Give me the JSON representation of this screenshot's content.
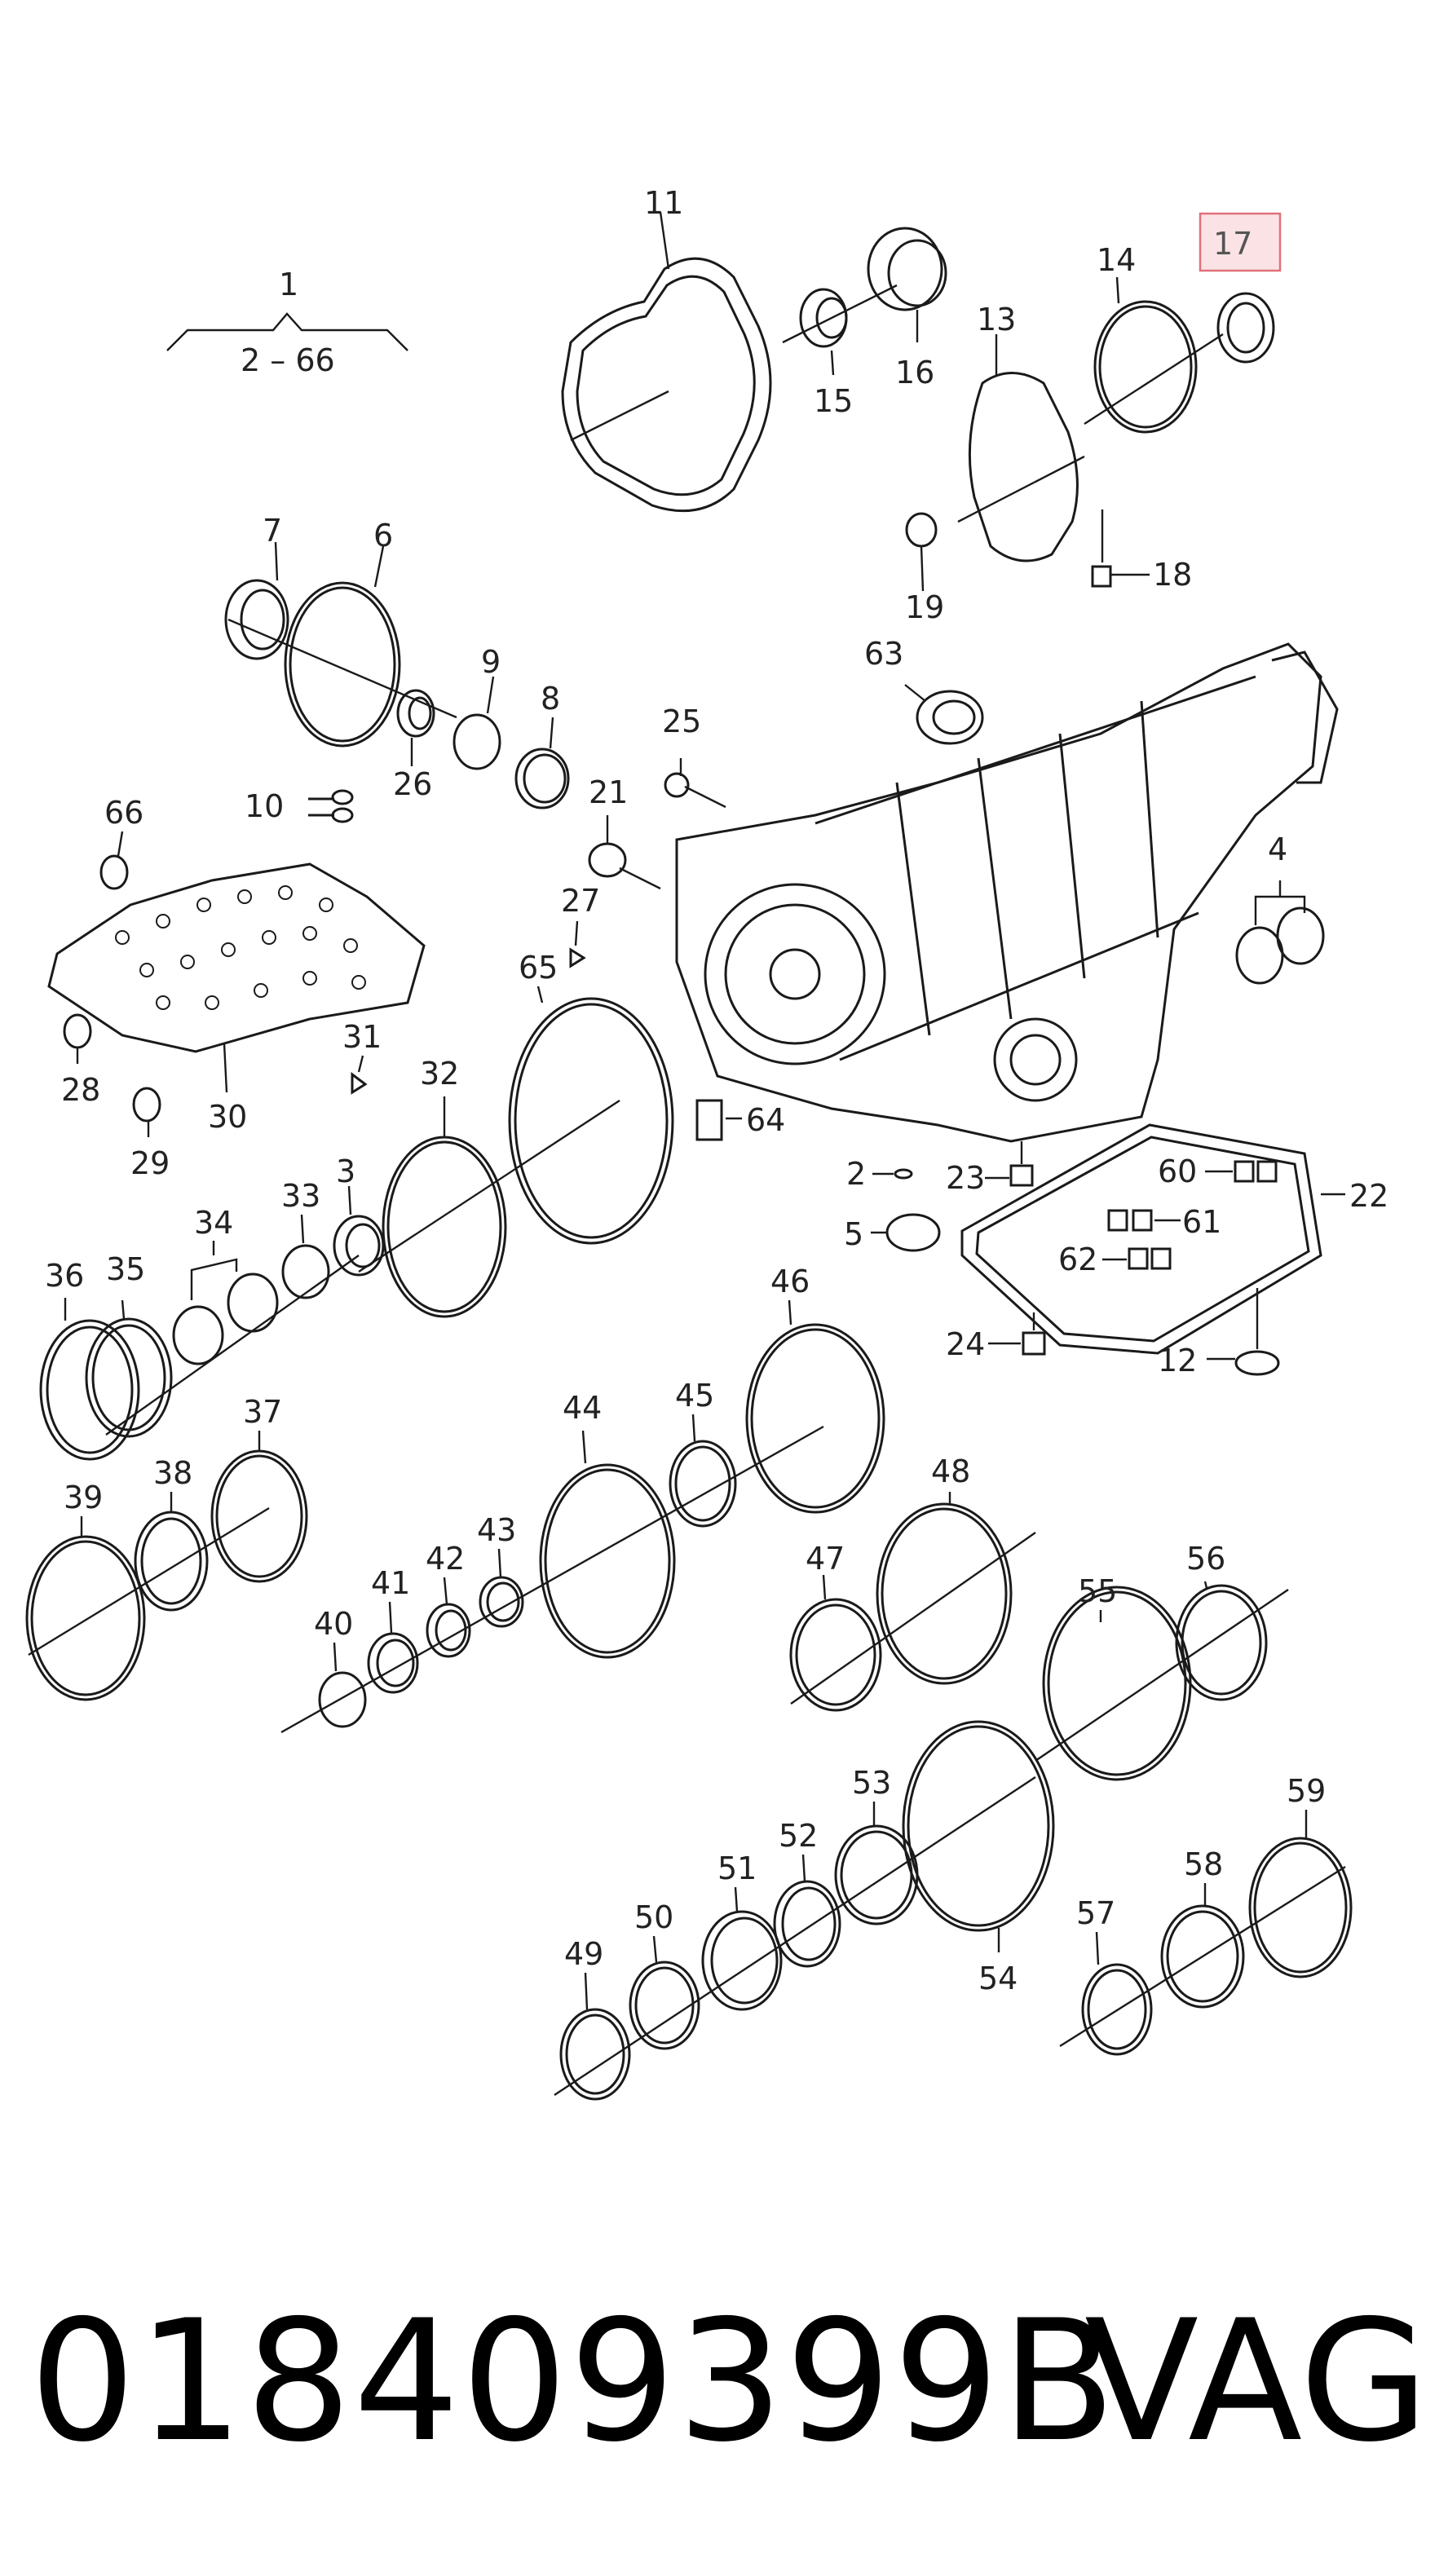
{
  "diagram": {
    "labels": {
      "1": "1",
      "range": "2 – 66",
      "2": "2",
      "3": "3",
      "4": "4",
      "5": "5",
      "6": "6",
      "7": "7",
      "8": "8",
      "9": "9",
      "10": "10",
      "11": "11",
      "12": "12",
      "13": "13",
      "14": "14",
      "15": "15",
      "16": "16",
      "17": "17",
      "18": "18",
      "19": "19",
      "21": "21",
      "22": "22",
      "23": "23",
      "24": "24",
      "25": "25",
      "26": "26",
      "27": "27",
      "28": "28",
      "29": "29",
      "30": "30",
      "31": "31",
      "32": "32",
      "33": "33",
      "34": "34",
      "35": "35",
      "36": "36",
      "37": "37",
      "38": "38",
      "39": "39",
      "40": "40",
      "41": "41",
      "42": "42",
      "43": "43",
      "44": "44",
      "45": "45",
      "46": "46",
      "47": "47",
      "48": "48",
      "49": "49",
      "50": "50",
      "51": "51",
      "52": "52",
      "53": "53",
      "54": "54",
      "55": "55",
      "56": "56",
      "57": "57",
      "58": "58",
      "59": "59",
      "60": "60",
      "61": "61",
      "62": "62",
      "63": "63",
      "64": "64",
      "65": "65",
      "66": "66"
    },
    "highlight_color": "#e0707a",
    "highlight_fill": "#fbe3e5"
  },
  "footer": {
    "part_number": "018409399B",
    "brand": "VAG"
  }
}
